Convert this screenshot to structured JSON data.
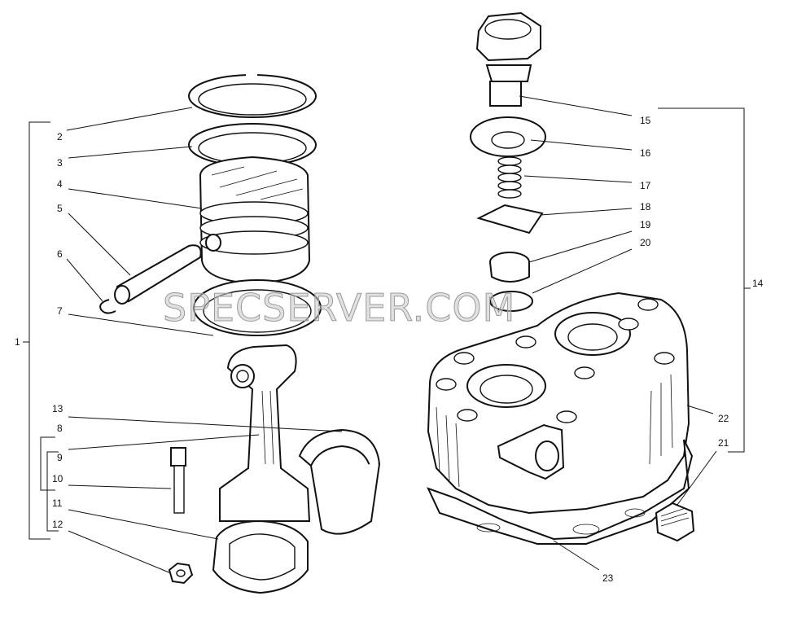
{
  "watermark": "SPECSERVER.COM",
  "labels": {
    "l1": "1",
    "l2": "2",
    "l3": "3",
    "l4": "4",
    "l5": "5",
    "l6": "6",
    "l7": "7",
    "l8": "8",
    "l9": "9",
    "l10": "10",
    "l11": "11",
    "l12": "12",
    "l13": "13",
    "l14": "14",
    "l15": "15",
    "l16": "16",
    "l17": "17",
    "l18": "18",
    "l19": "19",
    "l20": "20",
    "l21": "21",
    "l22": "22",
    "l23": "23"
  }
}
